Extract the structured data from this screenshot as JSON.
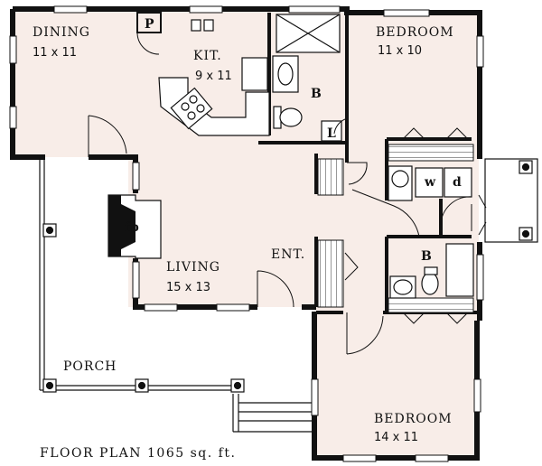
{
  "rooms": {
    "dining": {
      "name": "DINING",
      "size": "11 x 11"
    },
    "kitchen": {
      "name": "KIT.",
      "size": "9 x 11"
    },
    "bedroom1": {
      "name": "BEDROOM",
      "size": "11 x 10"
    },
    "living": {
      "name": "LIVING",
      "size": "15 x 13"
    },
    "bedroom2": {
      "name": "BEDROOM",
      "size": "14 x 11"
    }
  },
  "labels": {
    "pantry": "P",
    "bath1": "B",
    "bath2": "B",
    "linen": "L",
    "fireplace": "fp",
    "washer": "w",
    "dryer": "d",
    "entry": "ENT.",
    "porch": "PORCH"
  },
  "caption": {
    "prefix": "FLOOR PLAN",
    "area": "1065",
    "unit": "sq. ft."
  }
}
